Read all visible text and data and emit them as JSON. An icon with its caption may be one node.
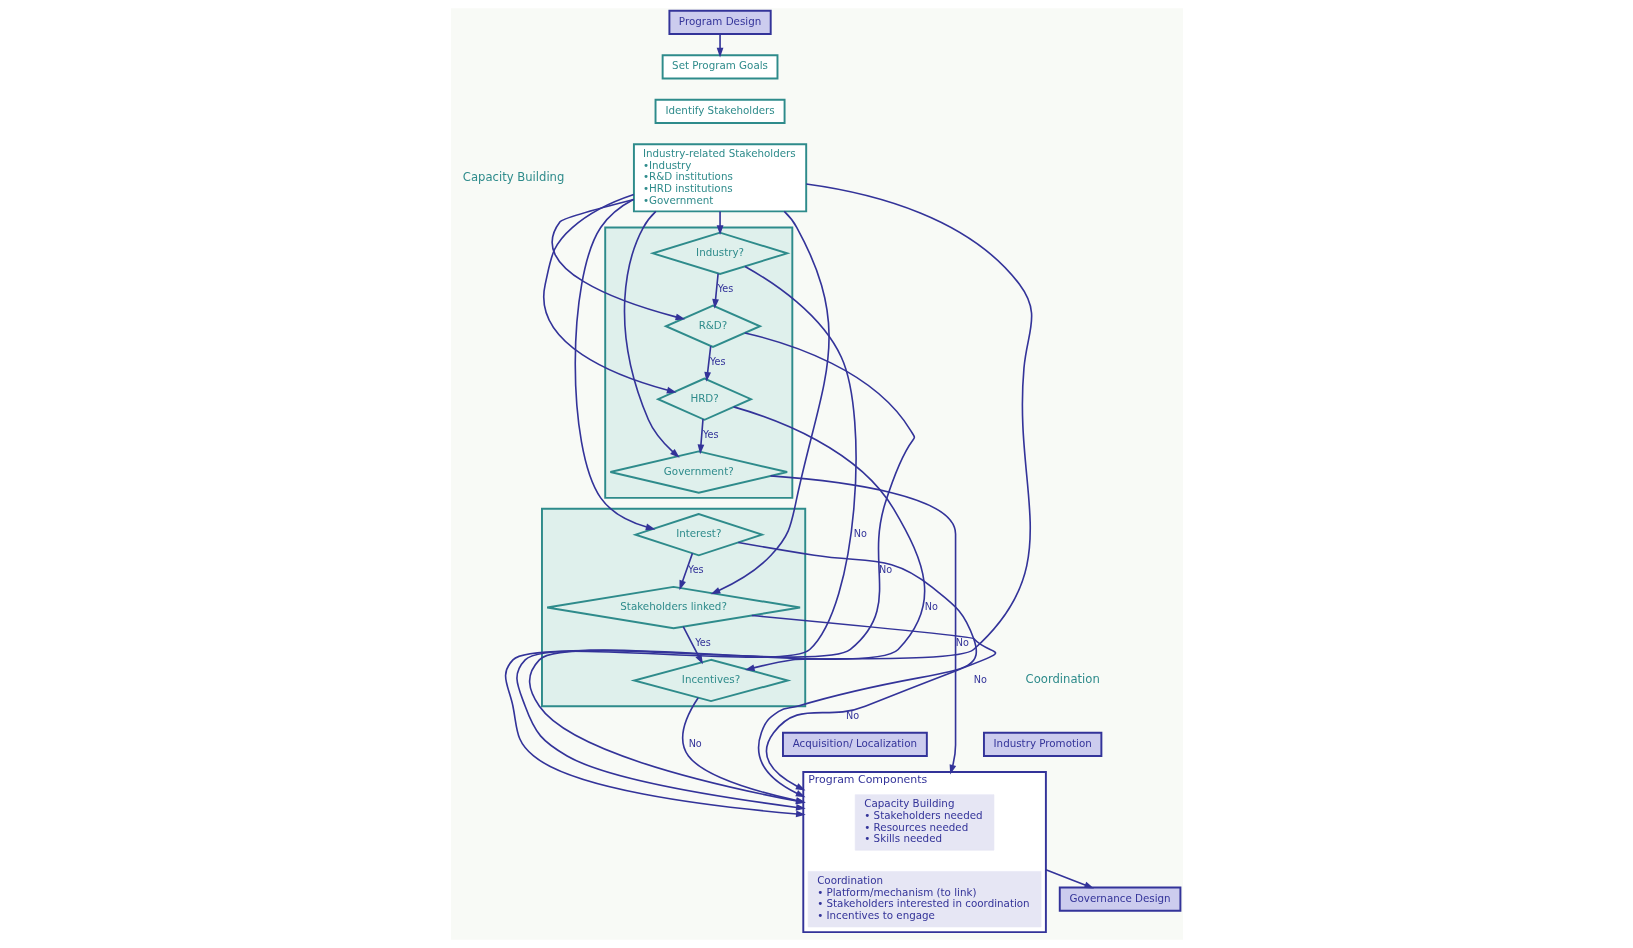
{
  "diagram": {
    "nodes": [
      {
        "text": [
          "Program Design"
        ]
      },
      {
        "text": [
          "Set Program Goals"
        ]
      },
      {
        "text": [
          "Identify Stakeholders"
        ]
      },
      {
        "text": [
          "Industry-related Stakeholders",
          "•Industry",
          "•R&D institutions",
          "•HRD institutions",
          "•Government"
        ]
      },
      {
        "text": [],
        "shape": "box"
      },
      {
        "text": [
          "Industry?"
        ],
        "in": 4
      },
      {
        "text": [
          "R&D?"
        ],
        "in": 4
      },
      {
        "text": [
          "HRD?"
        ],
        "in": 4
      },
      {
        "text": [
          "Government?"
        ],
        "in": 4
      },
      {
        "text": [],
        "shape": "box"
      },
      {
        "text": [
          "Interest?"
        ],
        "in": 9
      },
      {
        "text": [
          "Stakeholders linked?"
        ],
        "in": 9
      },
      {
        "text": [
          "Incentives?"
        ],
        "in": 9
      },
      {
        "text": [
          "Industry Promotion"
        ]
      },
      {
        "text": [
          "Acquisition/ Localization"
        ]
      },
      {
        "text": [
          "Program Components"
        ]
      },
      {
        "text": [
          "Capacity Building",
          "• Stakeholders needed",
          "• Resources needed",
          "• Skills needed"
        ],
        "in": 15
      },
      {
        "text": [
          "Coordination",
          "• Platform/mechanism (to link)",
          "• Stakeholders interested in coordination",
          "• Incentives to engage"
        ],
        "in": 15
      },
      {
        "text": [
          "Governance Design"
        ]
      }
    ],
    "edges": [
      {
        "from": 0,
        "to": 1,
        "arrow": "to"
      },
      {
        "from": 3,
        "to": 5,
        "arrow": "to"
      },
      {
        "from": 3,
        "to": 6,
        "arrow": "to"
      },
      {
        "from": 3,
        "to": 7,
        "arrow": "to"
      },
      {
        "from": 3,
        "to": 8,
        "arrow": "to"
      },
      {
        "from": 3,
        "to": 10,
        "arrow": "to"
      },
      {
        "from": 3,
        "to": 11,
        "arrow": "to"
      },
      {
        "from": 3,
        "to": 12,
        "arrow": "to"
      },
      {
        "from": 5,
        "to": 6,
        "arrow": "to",
        "label": "Yes"
      },
      {
        "from": 6,
        "to": 7,
        "arrow": "to",
        "label": "Yes"
      },
      {
        "from": 7,
        "to": 8,
        "arrow": "to",
        "label": "Yes"
      },
      {
        "from": 10,
        "to": 11,
        "arrow": "to",
        "label": "Yes"
      },
      {
        "from": 11,
        "to": 12,
        "arrow": "to",
        "label": "Yes"
      },
      {
        "from": 5,
        "to": 15,
        "arrow": "to",
        "label": "No"
      },
      {
        "from": 6,
        "to": 15,
        "arrow": "to",
        "label": "No"
      },
      {
        "from": 7,
        "to": 15,
        "arrow": "to",
        "label": "No"
      },
      {
        "from": 8,
        "to": 15,
        "arrow": "to",
        "label": "No"
      },
      {
        "from": 10,
        "to": 15,
        "arrow": "to",
        "label": "No"
      },
      {
        "from": 11,
        "to": 15,
        "arrow": "to",
        "label": "No"
      },
      {
        "from": 12,
        "to": 15,
        "arrow": "to",
        "label": "No"
      },
      {
        "from": 15,
        "to": 18,
        "arrow": "to"
      }
    ],
    "labels": [
      "Capacity Building",
      "Coordination"
    ]
  }
}
